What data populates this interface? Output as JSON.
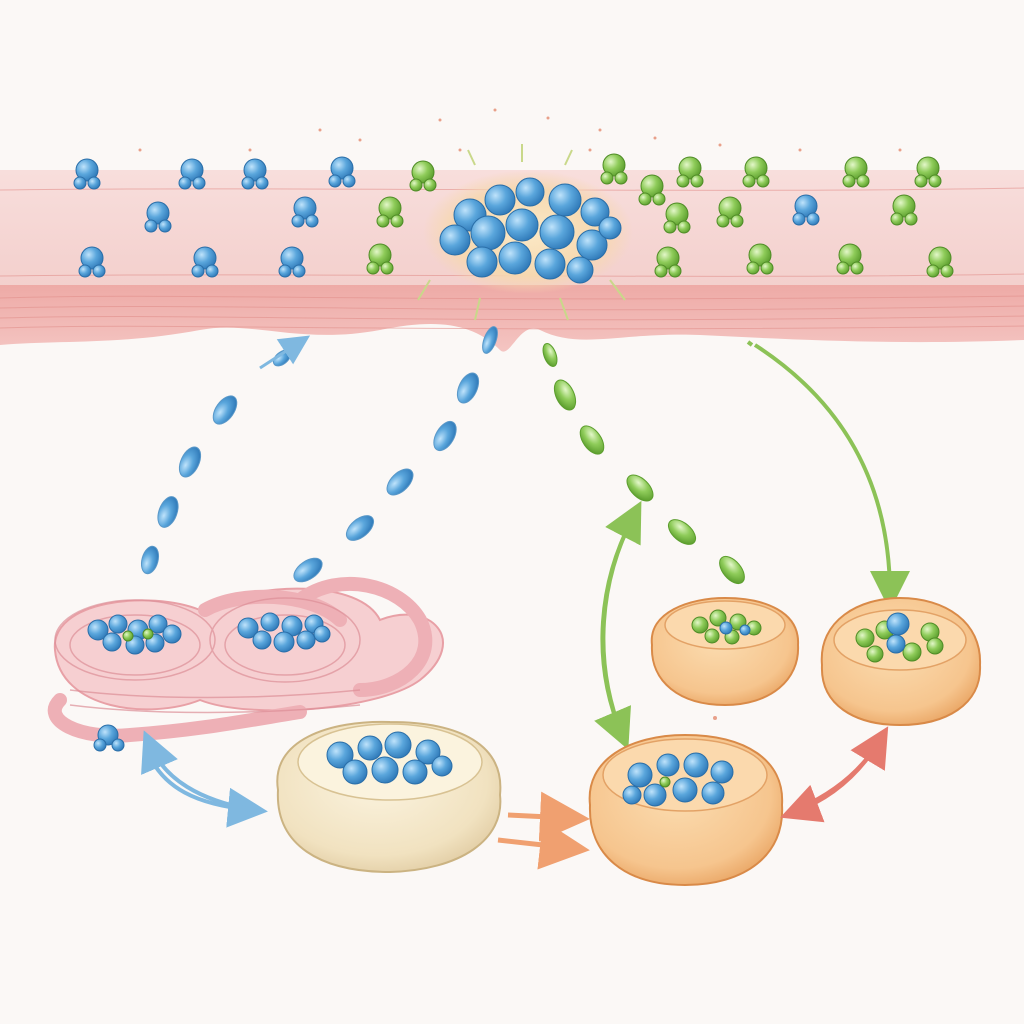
{
  "palette": {
    "background": "#fbf8f6",
    "tissue_light": "#f6d6d4",
    "tissue_dark": "#eeb3b0",
    "tissue_line": "#e2908c",
    "blue_particle": "#5aa6dc",
    "blue_dark": "#2f79b8",
    "green_particle": "#8fcc5a",
    "green_dark": "#5c9e2e",
    "node_orange": "#f6c58e",
    "node_orange_dark": "#e59a55",
    "node_cream": "#f3e6c8",
    "vessel_pink": "#f2bcc0",
    "arrow_blue": "#7fb8e0",
    "arrow_green": "#8cc257",
    "arrow_orange": "#f0a070",
    "arrow_red": "#e57a6e"
  },
  "elements": {
    "epithelium": "epithelial-layer",
    "central_cluster": "particle-cluster",
    "blue_particles": "blue-particles",
    "green_particles": "green-particles",
    "lymphatic_vessels": "lymphatic-vessel-coils",
    "cream_node": "cream-lymph-node",
    "orange_nodes": "orange-lymph-nodes",
    "arrows": "migration-arrows"
  }
}
